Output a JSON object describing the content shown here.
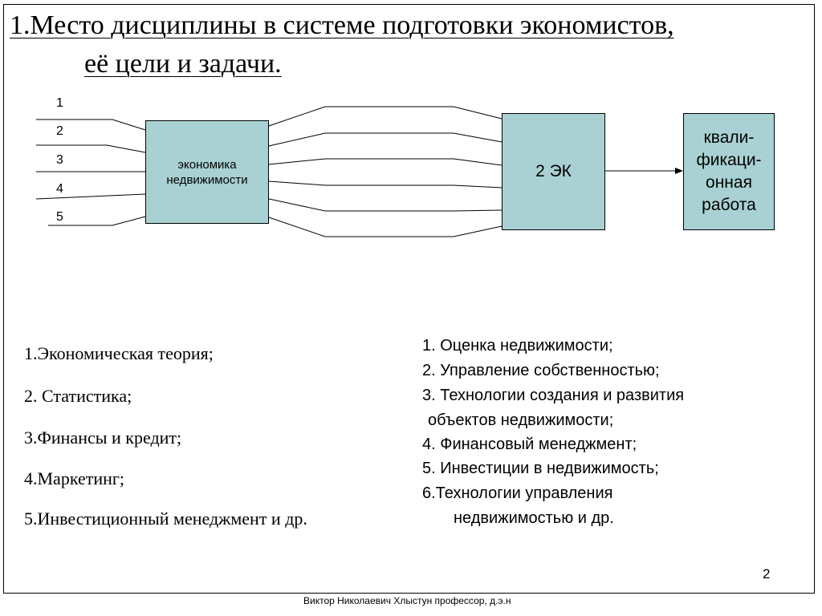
{
  "title": {
    "line1": "1.Место дисциплины в системе подготовки экономистов,",
    "line2": "её цели и задачи."
  },
  "diagram": {
    "input_numbers": [
      "1",
      "2",
      "3",
      "4",
      "5"
    ],
    "econ_box": {
      "line1": "экономика",
      "line2": "недвижимости"
    },
    "ek_box": "2 ЭК",
    "qual_box": {
      "line1": "квали-",
      "line2": "фикаци-",
      "line3": "онная",
      "line4": "работа"
    },
    "fill_color": "#a9d1d3"
  },
  "left_list": [
    "1.Экономическая теория;",
    "2. Статистика;",
    "3.Финансы и кредит;",
    "4.Маркетинг;",
    "5.Инвестиционный менеджмент и др."
  ],
  "right_list": [
    "1.  Оценка недвижимости;",
    "2.  Управление собственностью;",
    "3.  Технологии создания и развития",
    "объектов недвижимости;",
    "4. Финансовый менеджмент;",
    "5. Инвестиции в недвижимость;",
    "6.Технологии управления",
    "недвижимостью и др."
  ],
  "page_number": "2",
  "footer": "Виктор Николаевич Хлыстун  профессор,  д.э.н"
}
